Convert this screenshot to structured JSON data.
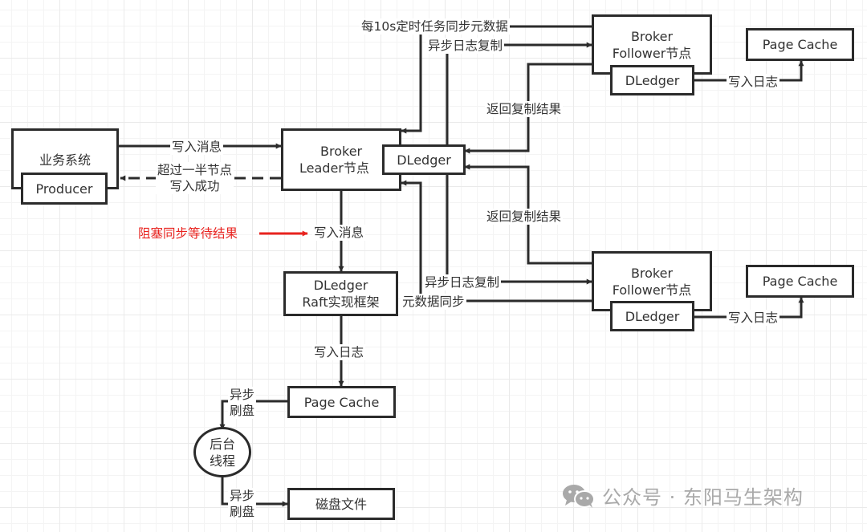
{
  "nodes": {
    "business_system": "业务系统",
    "producer": "Producer",
    "leader_line1": "Broker",
    "leader_line2": "Leader节点",
    "leader_dledger": "DLedger",
    "raft_line1": "DLedger",
    "raft_line2": "Raft实现框架",
    "leader_page_cache": "Page Cache",
    "background_thread_line1": "后台",
    "background_thread_line2": "线程",
    "disk_file": "磁盘文件",
    "follower1_line1": "Broker",
    "follower1_line2": "Follower节点",
    "follower1_dledger": "DLedger",
    "follower1_page_cache": "Page Cache",
    "follower2_line1": "Broker",
    "follower2_line2": "Follower节点",
    "follower2_dledger": "DLedger",
    "follower2_page_cache": "Page Cache"
  },
  "edges": {
    "write_message_to_leader": "写入消息",
    "ack_line1": "超过一半节点",
    "ack_line2": "写入成功",
    "blocking_note": "阻塞同步等待结果",
    "write_message_to_raft": "写入消息",
    "write_log_leader": "写入日志",
    "async_flush_1_line1": "异步",
    "async_flush_1_line2": "刷盘",
    "async_flush_2_line1": "异步",
    "async_flush_2_line2": "刷盘",
    "metadata_sync_timer": "每10s定时任务同步元数据",
    "async_log_replication_top": "异步日志复制",
    "return_replication_result_top": "返回复制结果",
    "return_replication_result_bottom": "返回复制结果",
    "async_log_replication_bottom": "异步日志复制",
    "metadata_sync_bottom": "元数据同步",
    "write_log_follower1": "写入日志",
    "write_log_follower2": "写入日志"
  },
  "watermark": {
    "icon": "wechat-icon",
    "text": "公众号 · 东阳马生架构"
  },
  "colors": {
    "line": "#2b2b2b",
    "highlight": "#e8231f",
    "watermark": "#a9a9a9"
  }
}
